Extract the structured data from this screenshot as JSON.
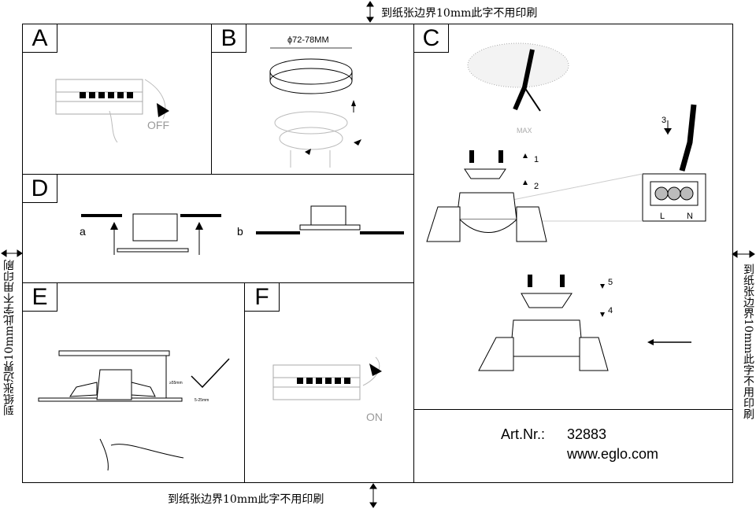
{
  "margin_notes": {
    "top": "到纸张边界10mm此字不用印刷",
    "bottom": "到纸张边界10mm此字不用印刷",
    "left": "到纸张边界10mm此字不用印刷",
    "right": "到纸张边界10mm此字不用印刷"
  },
  "panels": {
    "A": {
      "letter": "A",
      "switch_state": "OFF"
    },
    "B": {
      "letter": "B",
      "diameter": "ϕ72-78MM"
    },
    "C": {
      "letter": "C",
      "step1": "1",
      "step2": "2",
      "step3": "3",
      "step4": "4",
      "step5": "5",
      "terminal_l": "L",
      "terminal_n": "N",
      "max_label": "MAX"
    },
    "D": {
      "letter": "D",
      "sub_a": "a",
      "sub_b": "b"
    },
    "E": {
      "letter": "E",
      "depth": "≥55mm",
      "thickness": "5-25mm"
    },
    "F": {
      "letter": "F",
      "switch_state": "ON"
    }
  },
  "article": {
    "label": "Art.Nr.:",
    "number": "32883",
    "website": "www.eglo.com"
  }
}
